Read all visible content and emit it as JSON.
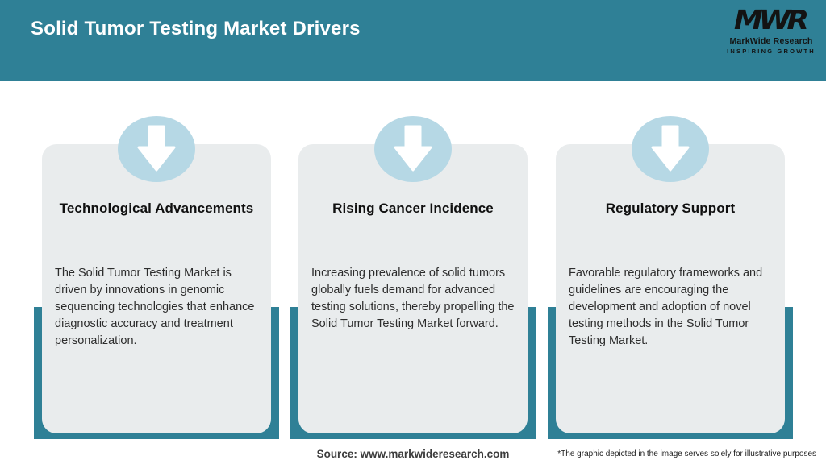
{
  "header": {
    "title": "Solid Tumor Testing Market Drivers",
    "logo": {
      "monogram": "MWR",
      "name": "MarkWide Research",
      "tagline": "INSPIRING GROWTH"
    }
  },
  "cards": [
    {
      "icon": "down-arrow-icon",
      "title": "Technological Advancements",
      "body": "The Solid Tumor Testing Market is driven by innovations in genomic sequencing technologies that enhance diagnostic accuracy and treatment personalization."
    },
    {
      "icon": "down-arrow-icon",
      "title": "Rising Cancer Incidence",
      "body": "Increasing prevalence of solid tumors globally fuels demand for advanced testing solutions, thereby propelling the Solid Tumor Testing Market forward."
    },
    {
      "icon": "down-arrow-icon",
      "title": "Regulatory Support",
      "body": "Favorable regulatory frameworks and guidelines are encouraging the development and adoption of novel testing methods in the Solid Tumor Testing Market."
    }
  ],
  "footer": {
    "source": "Source: www.markwideresearch.com",
    "disclaimer": "*The graphic depicted in the image serves solely for illustrative purposes"
  },
  "colors": {
    "teal": "#2F8096",
    "circle-blue": "#B6D8E5",
    "card-bg": "#E9ECED",
    "logo-black": "#131313"
  }
}
